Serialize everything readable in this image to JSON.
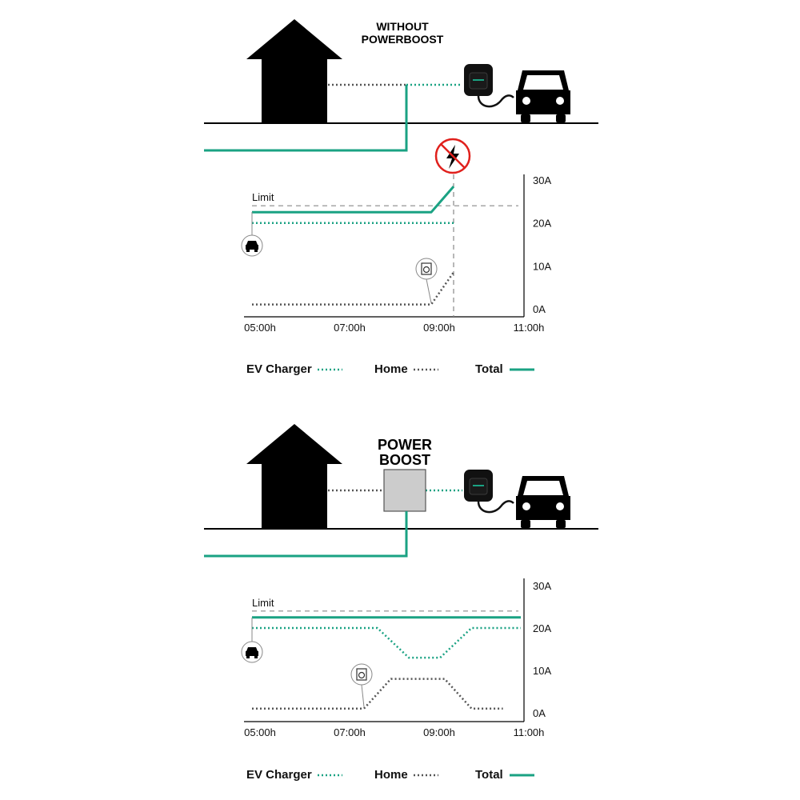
{
  "colors": {
    "accent": "#1aa283",
    "ink": "#000000",
    "dotted_home": "#555555",
    "limit": "#888888",
    "warning": "#e0201c",
    "box": "#cccccc"
  },
  "icons": [
    "house-icon",
    "car-icon",
    "wallbox-charger-icon",
    "no-lightning-icon",
    "washing-machine-icon",
    "powerboost-box"
  ],
  "top": {
    "title_line1": "WITHOUT",
    "title_line2": "POWERBOOST"
  },
  "bottom": {
    "title_line1": "POWER",
    "title_line2": "BOOST"
  },
  "legend": {
    "ev_charger": "EV Charger",
    "home": "Home",
    "total": "Total"
  },
  "chart_data": [
    {
      "type": "line",
      "limit_label": "Limit",
      "x_ticks": [
        "05:00h",
        "07:00h",
        "09:00h",
        "11:00h"
      ],
      "y_ticks": [
        "30A",
        "20A",
        "10A",
        "0A"
      ],
      "xlim": [
        5,
        11
      ],
      "ylim": [
        0,
        30
      ],
      "limit": 24,
      "series": [
        {
          "name": "EV Charger",
          "style": "dotted",
          "points": [
            [
              5,
              20
            ],
            [
              9.5,
              20
            ]
          ]
        },
        {
          "name": "Home",
          "style": "dotted",
          "points": [
            [
              5,
              1
            ],
            [
              9.0,
              1
            ],
            [
              9.5,
              8.5
            ]
          ]
        },
        {
          "name": "Total",
          "style": "solid",
          "points": [
            [
              5,
              22.5
            ],
            [
              9.0,
              22.5
            ],
            [
              9.5,
              28.5
            ]
          ]
        }
      ]
    },
    {
      "type": "line",
      "limit_label": "Limit",
      "x_ticks": [
        "05:00h",
        "07:00h",
        "09:00h",
        "11:00h"
      ],
      "y_ticks": [
        "30A",
        "20A",
        "10A",
        "0A"
      ],
      "xlim": [
        5,
        11
      ],
      "ylim": [
        0,
        30
      ],
      "limit": 24,
      "series": [
        {
          "name": "EV Charger",
          "style": "dotted",
          "points": [
            [
              5,
              20
            ],
            [
              7.8,
              20
            ],
            [
              8.5,
              13
            ],
            [
              9.2,
              13
            ],
            [
              9.9,
              20
            ],
            [
              11,
              20
            ]
          ]
        },
        {
          "name": "Home",
          "style": "dotted",
          "points": [
            [
              5,
              1
            ],
            [
              7.5,
              1
            ],
            [
              8.1,
              8
            ],
            [
              9.3,
              8
            ],
            [
              9.9,
              1
            ],
            [
              10.6,
              1
            ]
          ]
        },
        {
          "name": "Total",
          "style": "solid",
          "points": [
            [
              5,
              22.5
            ],
            [
              11,
              22.5
            ]
          ]
        }
      ]
    }
  ]
}
